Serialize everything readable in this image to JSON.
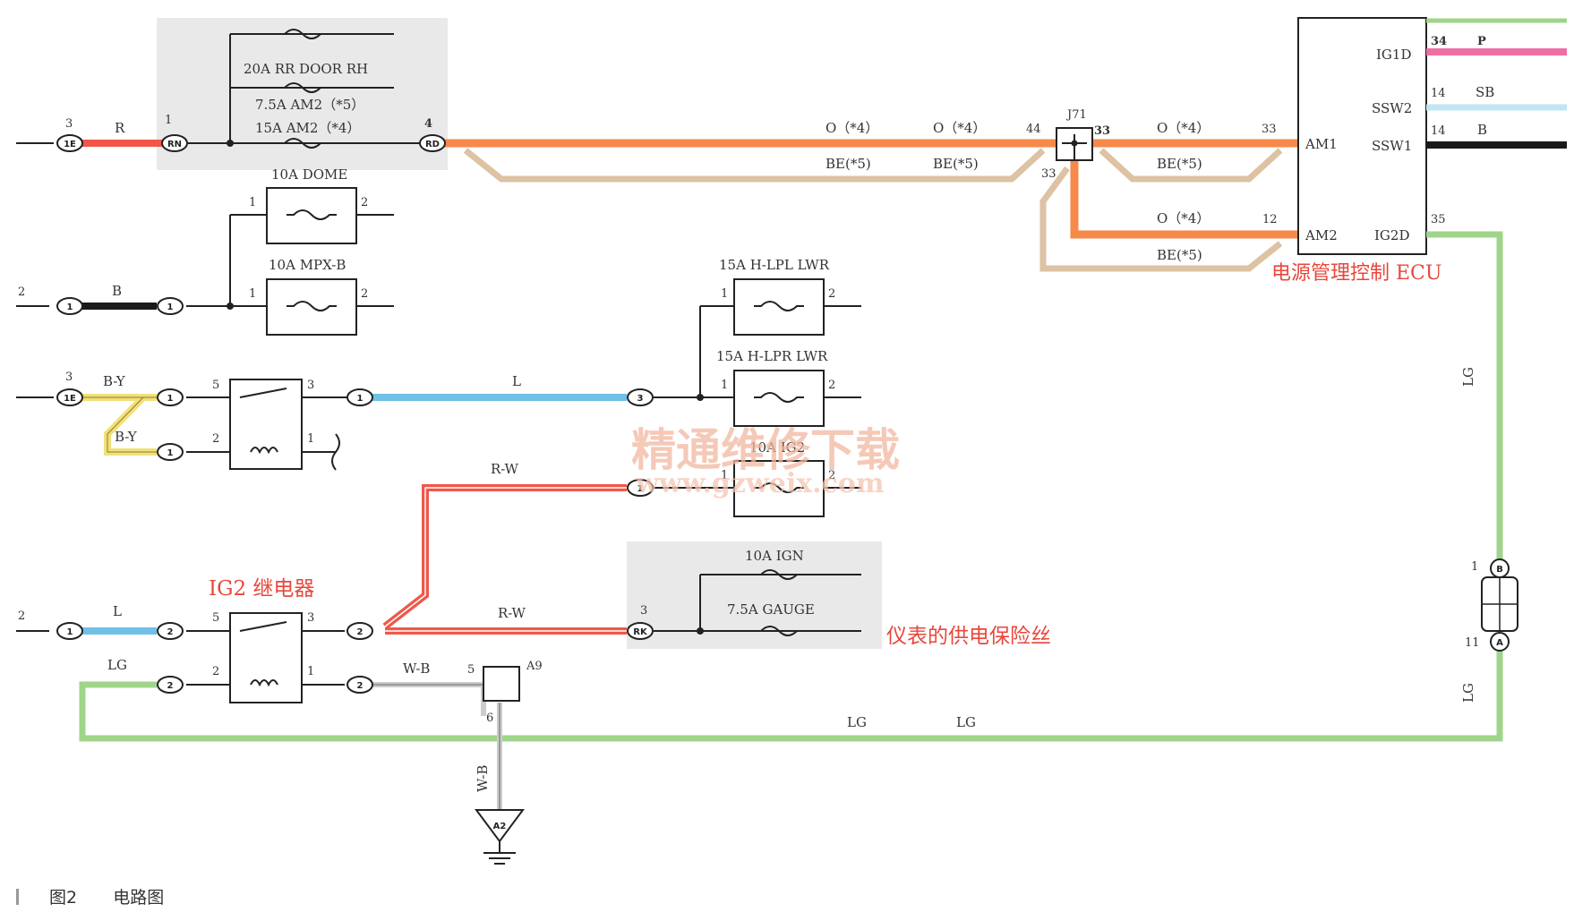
{
  "caption": {
    "figure": "图2",
    "title": "电路图"
  },
  "fuses": {
    "rr_door": "20A RR DOOR RH",
    "am2_5": "7.5A AM2（*5）",
    "am2_4": "15A AM2（*4）",
    "dome": "10A DOME",
    "mpxb": "10A MPX-B",
    "hlpl": "15A H-LPL LWR",
    "hlpr": "15A H-LPR LWR",
    "ig2": "10A IG2",
    "ign": "10A IGN",
    "gauge": "7.5A GAUGE"
  },
  "connectors": {
    "c1e_a": "1E",
    "rn": "RN",
    "rd": "RD",
    "c1e_b": "1E",
    "rk": "RK",
    "j71": "J71",
    "a9": "A9",
    "a2": "A2",
    "c1": "1",
    "c2": "2",
    "c3": "3",
    "cB": "B",
    "cA": "A"
  },
  "wires": {
    "R": "R",
    "B": "B",
    "BY": "B-Y",
    "L": "L",
    "RW": "R-W",
    "LG": "LG",
    "WB": "W-B",
    "O4": "O（*4）",
    "BE5": "BE(*5)",
    "P": "P",
    "SB": "SB"
  },
  "pins": {
    "p1": "1",
    "p2": "2",
    "p3": "3",
    "p4": "4",
    "p5": "5",
    "p6": "6",
    "p11": "11",
    "p12": "12",
    "p14": "14",
    "p33": "33",
    "p34": "34",
    "p35": "35",
    "p44": "44"
  },
  "ecu": {
    "label": "电源管理控制 ECU",
    "ig1d": "IG1D",
    "ssw2": "SSW2",
    "ssw1": "SSW1",
    "am1": "AM1",
    "am2": "AM2",
    "ig2d": "IG2D"
  },
  "labels": {
    "ig2_relay": "IG2 继电器",
    "meter_fuse": "仪表的供电保险丝"
  },
  "watermark": {
    "text": "精通维修下载",
    "url": "www.gzweix.com"
  },
  "colors": {
    "orange": "#f7894a",
    "tan": "#ddc2a3",
    "red": "#f0574a",
    "blue": "#6fc1e6",
    "green": "#9fd58a",
    "pink": "#ee6fa3",
    "yellow": "#f2e07a",
    "black": "#1a1a1a",
    "fusebox_bg": "#e9e9e9"
  }
}
